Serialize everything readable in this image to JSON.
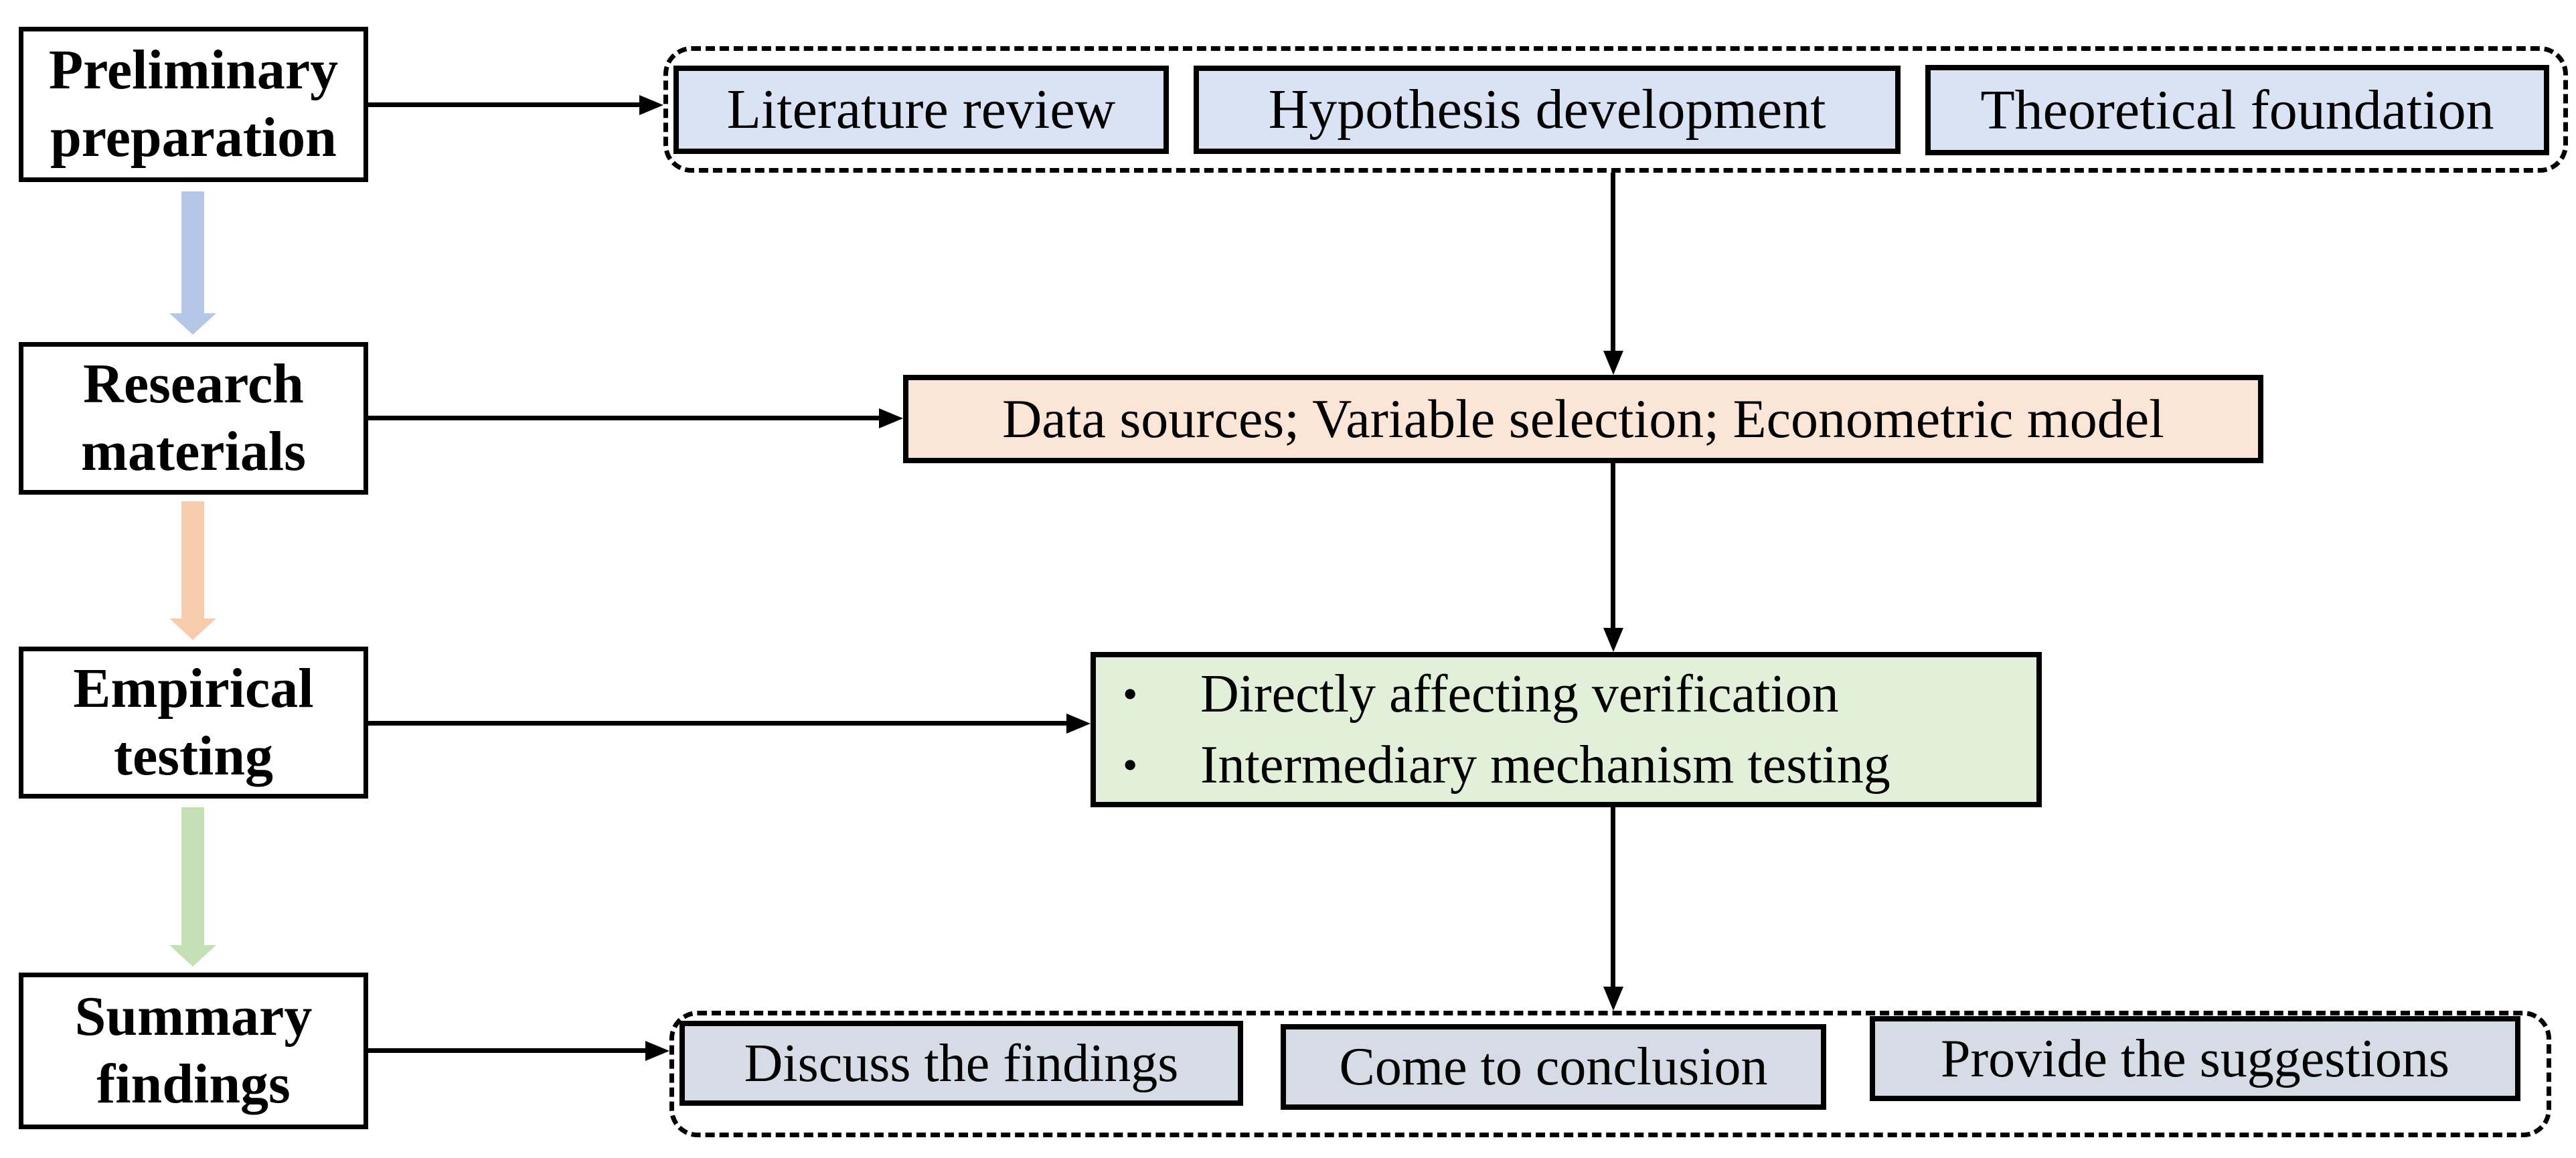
{
  "left_column": {
    "stages": [
      {
        "label": "Preliminary preparation"
      },
      {
        "label": "Research materials"
      },
      {
        "label": "Empirical testing"
      },
      {
        "label": "Summary findings"
      }
    ]
  },
  "preparation_group": {
    "items": [
      {
        "label": "Literature review"
      },
      {
        "label": "Hypothesis development"
      },
      {
        "label": "Theoretical foundation"
      }
    ]
  },
  "materials_box": {
    "label": "Data sources; Variable selection; Econometric model"
  },
  "testing_box": {
    "bullet_char": "•",
    "items": [
      {
        "label": "Directly affecting verification"
      },
      {
        "label": "Intermediary mechanism testing"
      }
    ]
  },
  "findings_group": {
    "items": [
      {
        "label": "Discuss the findings"
      },
      {
        "label": "Come to conclusion"
      },
      {
        "label": "Provide the suggestions"
      }
    ]
  },
  "colors": {
    "stage_arrow_blue": "#B4C7E7",
    "stage_arrow_orange": "#F8CBAD",
    "stage_arrow_green": "#C5E0B4",
    "box_fill_blue": "#DAE3F3",
    "box_fill_orange": "#FBE5D6",
    "box_fill_green": "#E2F0D9",
    "box_fill_gray": "#D6DCE5",
    "line_color": "#000000"
  }
}
